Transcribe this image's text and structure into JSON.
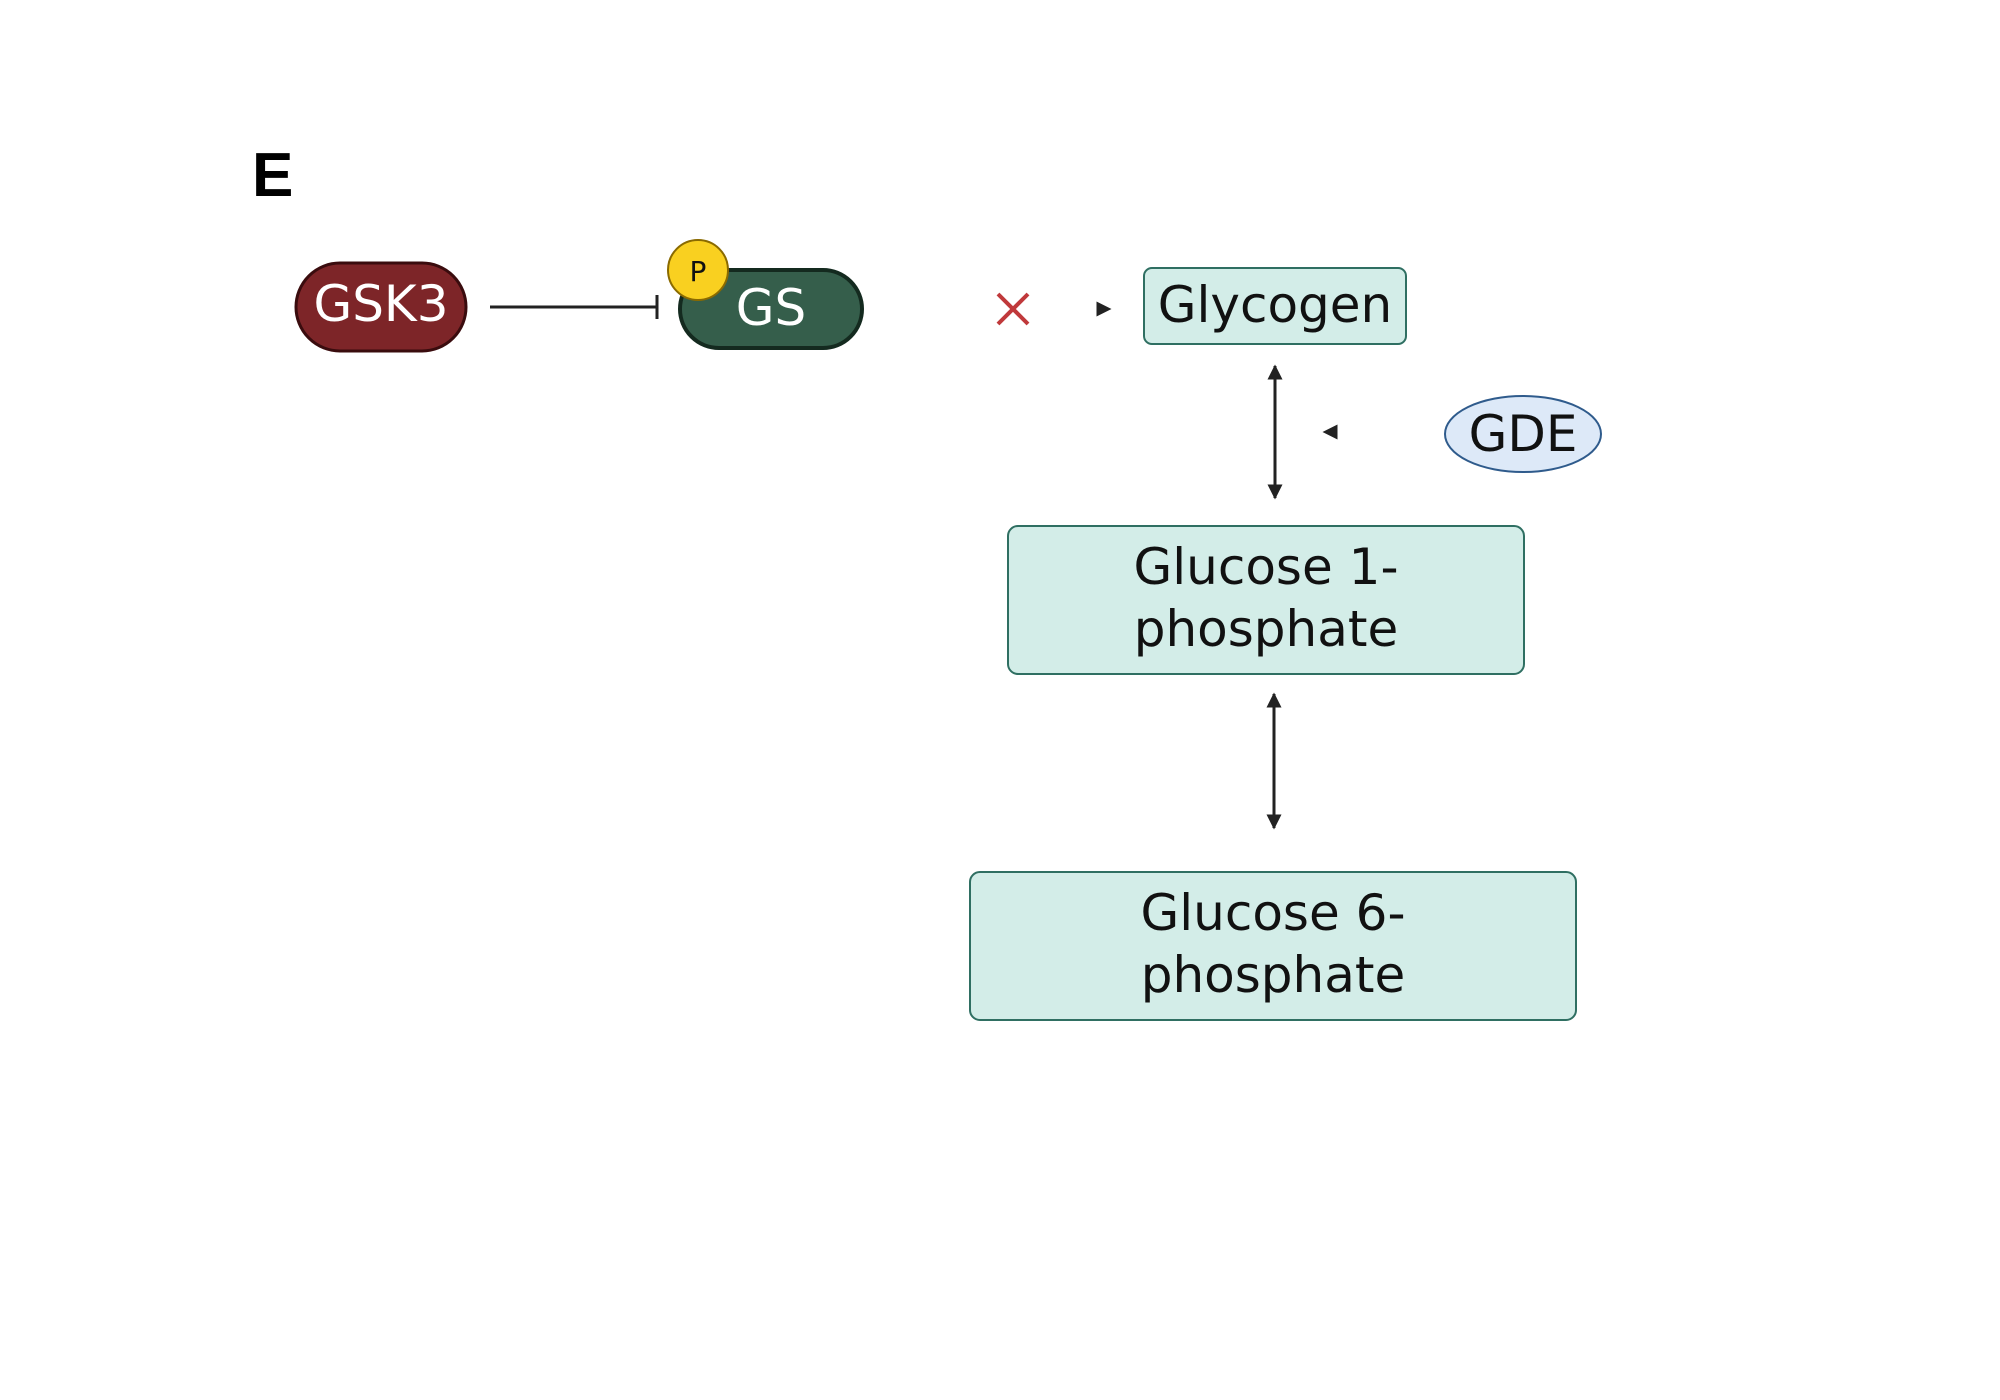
{
  "panel_label": "E",
  "nodes": {
    "gsk3": {
      "label": "GSK3",
      "fill": "#7d2528",
      "stroke": "#3a0c0e",
      "text_color": "#ffffff"
    },
    "gs": {
      "label": "GS",
      "fill": "#355e4b",
      "stroke": "#142a1f",
      "text_color": "#ffffff"
    },
    "phospho": {
      "label": "P",
      "fill": "#f9d020",
      "stroke": "#8a6a00",
      "text_color": "#111111"
    },
    "glycogen": {
      "label": "Glycogen",
      "fill": "#d3ede8",
      "stroke": "#2f6f62",
      "text_color": "#111111"
    },
    "gde": {
      "label": "GDE",
      "fill": "#dde9f8",
      "stroke": "#2f5b8c",
      "text_color": "#111111"
    },
    "g1p": {
      "label_line1": "Glucose 1-",
      "label_line2": "phosphate",
      "fill": "#d3ede8",
      "stroke": "#2f6f62",
      "text_color": "#111111"
    },
    "g6p": {
      "label_line1": "Glucose 6-",
      "label_line2": "phosphate",
      "fill": "#d3ede8",
      "stroke": "#2f6f62",
      "text_color": "#111111"
    }
  },
  "edges": [
    {
      "from": "GSK3",
      "to": "GS",
      "type": "inhibition"
    },
    {
      "from": "GS",
      "to": "Glycogen",
      "type": "blocked-activation"
    },
    {
      "from": "Glycogen",
      "to": "Glucose 1-phosphate",
      "type": "bidirectional"
    },
    {
      "from": "GDE",
      "to": "Glycogen to Glucose 1-phosphate",
      "type": "activation"
    },
    {
      "from": "Glucose 1-phosphate",
      "to": "Glucose 6-phosphate",
      "type": "bidirectional"
    }
  ],
  "colors": {
    "arrow": "#222222",
    "block_mark": "#c0393b"
  }
}
